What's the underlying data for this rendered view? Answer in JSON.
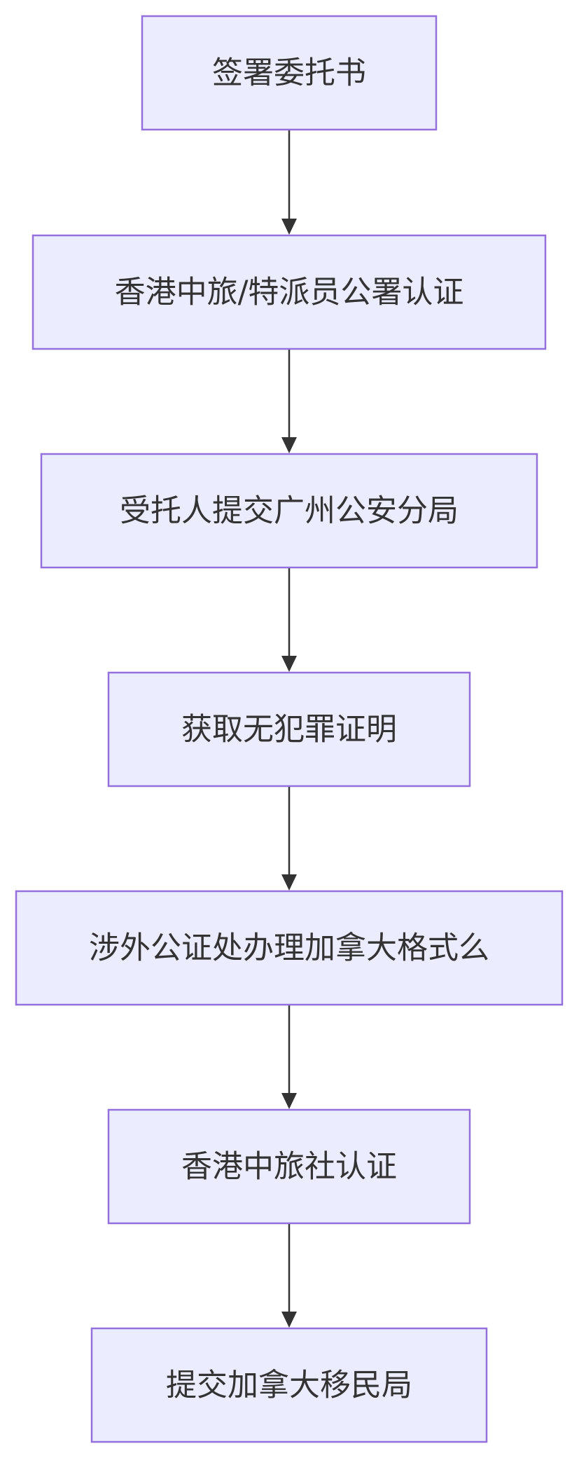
{
  "diagram": {
    "type": "flowchart",
    "direction": "top-to-bottom",
    "colors": {
      "node_fill": "#ececff",
      "node_border": "#9370db",
      "edge": "#333333",
      "text": "#333333"
    },
    "nodes": [
      {
        "id": "n1",
        "label": "签署委托书"
      },
      {
        "id": "n2",
        "label": "香港中旅/特派员公署认证"
      },
      {
        "id": "n3",
        "label": "受托人提交广州公安分局"
      },
      {
        "id": "n4",
        "label": "获取无犯罪证明"
      },
      {
        "id": "n5",
        "label": "涉外公证处办理加拿大格式么"
      },
      {
        "id": "n6",
        "label": "香港中旅社认证"
      },
      {
        "id": "n7",
        "label": "提交加拿大移民局"
      }
    ],
    "edges": [
      {
        "from": "n1",
        "to": "n2"
      },
      {
        "from": "n2",
        "to": "n3"
      },
      {
        "from": "n3",
        "to": "n4"
      },
      {
        "from": "n4",
        "to": "n5"
      },
      {
        "from": "n5",
        "to": "n6"
      },
      {
        "from": "n6",
        "to": "n7"
      }
    ]
  }
}
